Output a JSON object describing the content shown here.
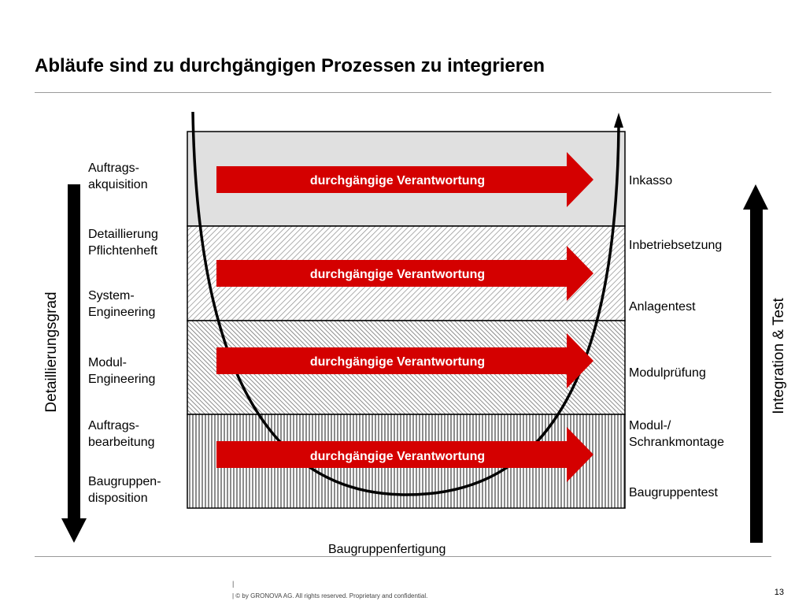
{
  "title": "Abläufe sind zu durchgängigen Prozessen zu integrieren",
  "left_axis_label": "Detaillierungsgrad",
  "right_axis_label": "Integration & Test",
  "bottom_label": "Baugruppenfertigung",
  "left_labels": [
    {
      "line1": "Auftrags-",
      "line2": "akquisition"
    },
    {
      "line1": "Detaillierung",
      "line2": "Pflichtenheft"
    },
    {
      "line1": "System-",
      "line2": "Engineering"
    },
    {
      "line1": "Modul-",
      "line2": "Engineering"
    },
    {
      "line1": "Auftrags-",
      "line2": "bearbeitung"
    },
    {
      "line1": "Baugruppen-",
      "line2": "disposition"
    }
  ],
  "right_labels": [
    {
      "line1": "Inkasso",
      "line2": ""
    },
    {
      "line1": "Inbetriebsetzung",
      "line2": ""
    },
    {
      "line1": "Anlagentest",
      "line2": ""
    },
    {
      "line1": "Modulprüfung",
      "line2": ""
    },
    {
      "line1": "Modul-/",
      "line2": "Schrankmontage"
    },
    {
      "line1": "Baugruppentest",
      "line2": ""
    }
  ],
  "arrows": [
    {
      "label": "durchgängige Verantwortung"
    },
    {
      "label": "durchgängige Verantwortung"
    },
    {
      "label": "durchgängige Verantwortung"
    },
    {
      "label": "durchgängige Verantwortung"
    }
  ],
  "footer": {
    "separator": "|",
    "text": "| © by GRONOVA AG. All rights reserved. Proprietary and confidential.",
    "page": "13"
  },
  "colors": {
    "arrow_red": "#d40000",
    "band_top": "#e0e0e0"
  }
}
